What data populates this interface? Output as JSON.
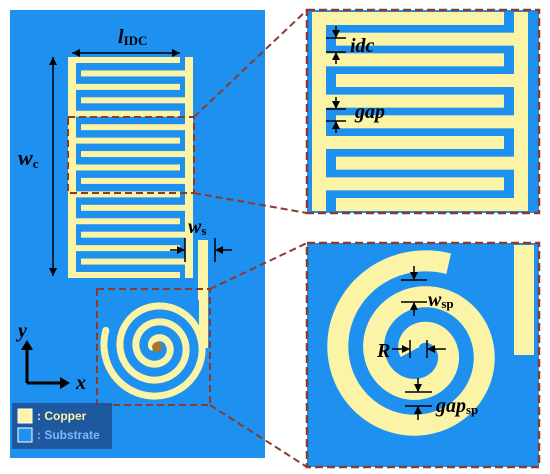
{
  "colors": {
    "copper": "#FBF3A6",
    "substrate": "#1E90F0",
    "highlight": "#8B3A2E",
    "feed": "#B0702A",
    "arrow": "#000000"
  },
  "labels": {
    "l_idc": {
      "main": "l",
      "sub": "IDC"
    },
    "w_c": {
      "main": "w",
      "sub": "c"
    },
    "w_s": {
      "main": "w",
      "sub": "s"
    },
    "idc": {
      "main": "idc"
    },
    "gap": {
      "main": "gap"
    },
    "w_sp": {
      "main": "w",
      "sub": "sp"
    },
    "r": {
      "main": "R"
    },
    "gap_sp": {
      "main": "gap",
      "sub": "sp"
    },
    "axis_x": "x",
    "axis_y": "y"
  },
  "legend": {
    "items": [
      {
        "swatch": "copper",
        "text": ": Copper"
      },
      {
        "swatch": "substrate",
        "text": ": Substrate"
      }
    ]
  }
}
